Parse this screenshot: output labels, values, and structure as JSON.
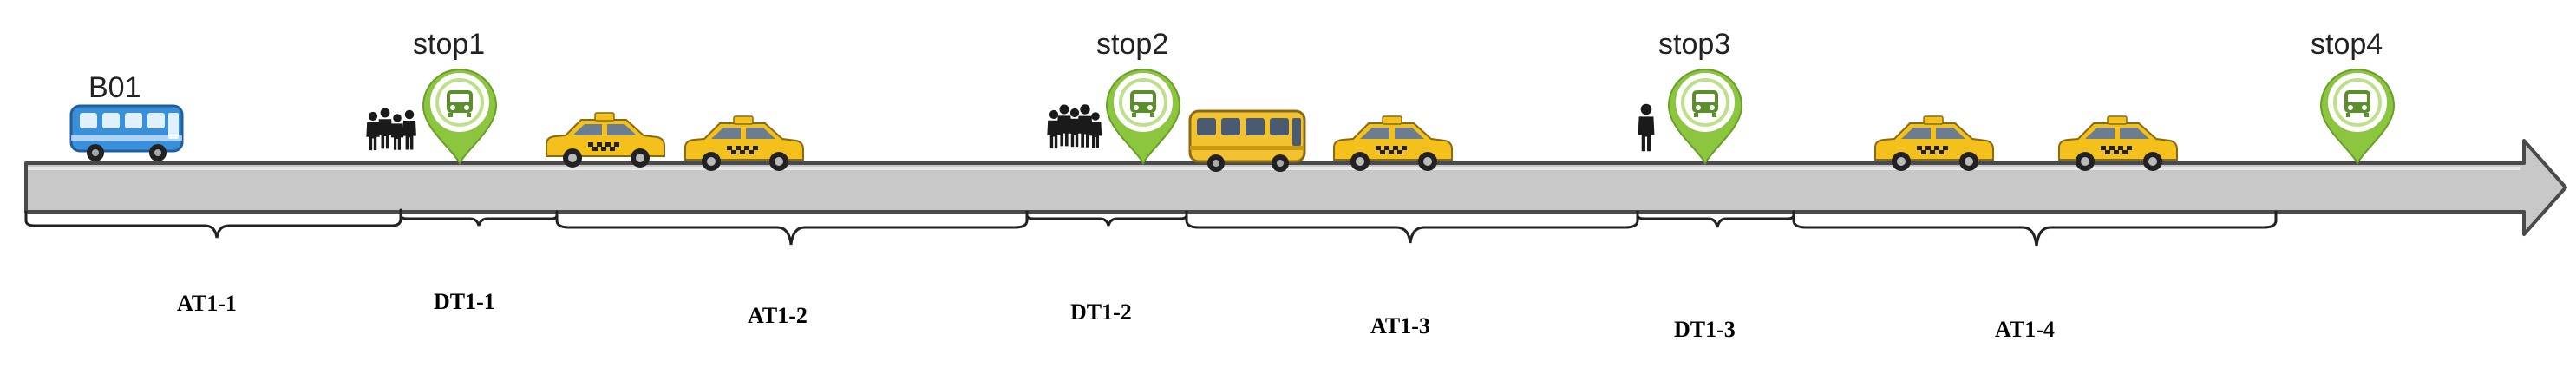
{
  "vehicle": {
    "label": "B01"
  },
  "stops": [
    {
      "label": "stop1"
    },
    {
      "label": "stop2"
    },
    {
      "label": "stop3"
    },
    {
      "label": "stop4"
    }
  ],
  "segments": [
    {
      "label": "AT1-1"
    },
    {
      "label": "DT1-1"
    },
    {
      "label": "AT1-2"
    },
    {
      "label": "DT1-2"
    },
    {
      "label": "AT1-3"
    },
    {
      "label": "DT1-3"
    },
    {
      "label": "AT1-4"
    }
  ],
  "colors": {
    "arrow_fill": "#c8c8c8",
    "arrow_stroke": "#4a4a4a",
    "bus_blue": "#3a8fd9",
    "bus_yellow": "#f2c230",
    "taxi": "#f4c01c",
    "pin_green": "#8cc63f",
    "pin_ring": "#bfe08a",
    "people": "#1a1a1a"
  },
  "icons": {
    "bus": "bus-icon",
    "taxi": "taxi-icon",
    "stop_pin": "bus-stop-pin-icon",
    "people": "people-icon"
  }
}
